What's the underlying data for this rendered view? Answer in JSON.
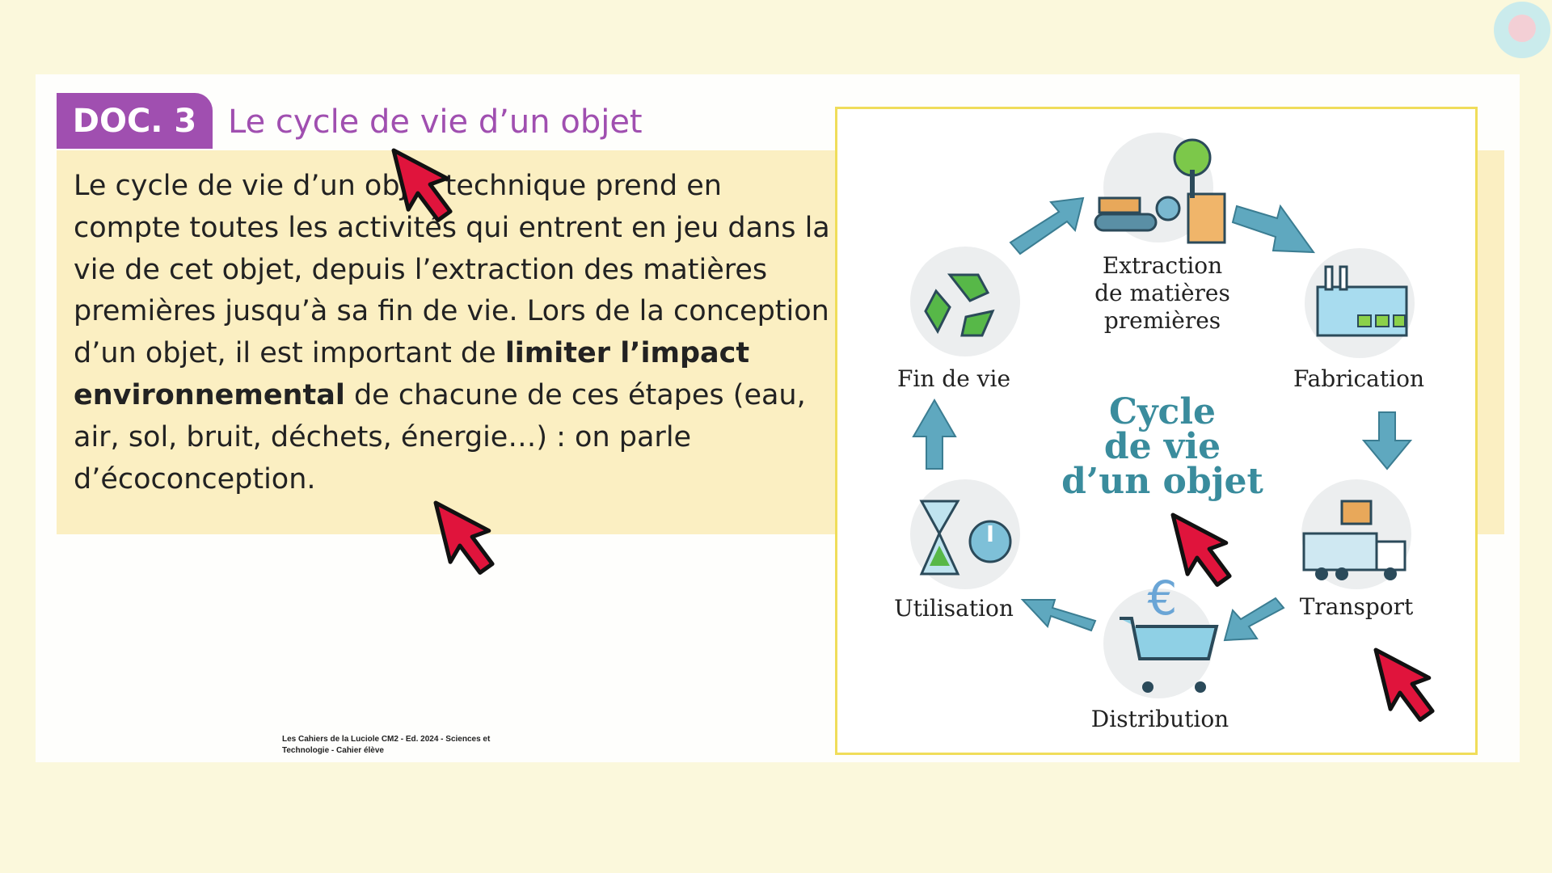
{
  "doc": {
    "badge": "DOC. 3",
    "title": "Le cycle de vie d’un objet",
    "paragraph_part1": "Le cycle de vie d’un objet technique prend en compte toutes les activités qui entrent en jeu dans la vie de cet objet, depuis l’extraction des matières premières jusqu’à sa fin de vie. Lors de la conception d’un objet, il est important de ",
    "paragraph_bold": "limiter l’impact environnemental",
    "paragraph_part2": " de chacune de ces étapes (eau, air, sol, bruit, déchets, énergie…) : on parle d’écoconception.",
    "footer_line1": "Les Cahiers de la Luciole CM2 - Ed. 2024 - Sciences et",
    "footer_line2": "Technologie - Cahier élève"
  },
  "diagram": {
    "center_line1": "Cycle",
    "center_line2": "de vie",
    "center_line3": "d’un objet",
    "steps": [
      {
        "line1": "Extraction",
        "line2": "de matières",
        "line3": "premières",
        "icon": "bulldozer-tree-icon"
      },
      {
        "line1": "Fabrication",
        "icon": "factory-icon"
      },
      {
        "line1": "Transport",
        "icon": "truck-icon"
      },
      {
        "line1": "Distribution",
        "icon": "shopping-cart-euro-icon"
      },
      {
        "line1": "Utilisation",
        "icon": "hourglass-power-icon"
      },
      {
        "line1": "Fin de vie",
        "icon": "recycle-icon"
      }
    ],
    "arrow_color": "#5fa8bf",
    "center_color": "#3a8c9d"
  },
  "colors": {
    "badge": "#a04fb0",
    "cursor": "#e0143c",
    "panel": "#fbefc2"
  }
}
